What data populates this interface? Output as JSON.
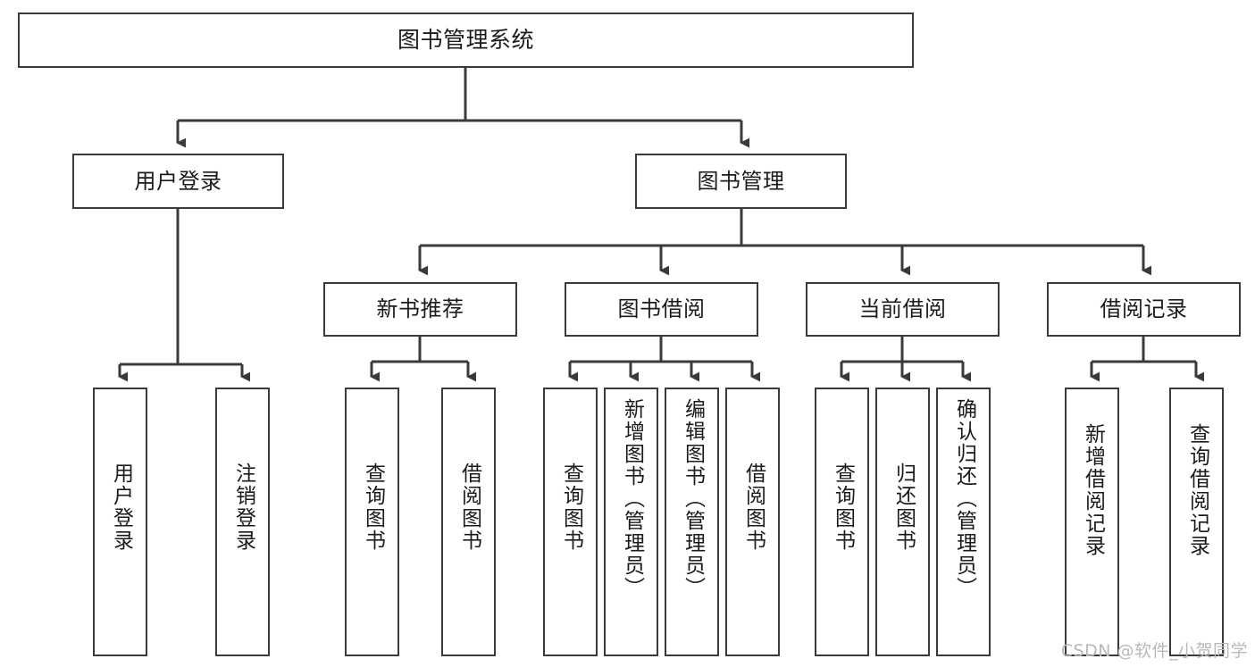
{
  "diagram": {
    "type": "tree",
    "title_node": "图书管理系统",
    "watermark": "CSDN @软件_小贺同学",
    "colors": {
      "box_border": "#3a3a3a",
      "box_fill": "#ffffff",
      "connector": "#3a3a3a",
      "text": "#1b1b1b",
      "watermark": "#b9b9b9",
      "background": "#ffffff"
    },
    "nodes": {
      "root": {
        "label": "图书管理系统"
      },
      "level2": [
        {
          "id": "user-login",
          "label": "用户登录"
        },
        {
          "id": "book-manage",
          "label": "图书管理"
        }
      ],
      "level3": [
        {
          "id": "new-book-rec",
          "label": "新书推荐"
        },
        {
          "id": "book-borrow",
          "label": "图书借阅"
        },
        {
          "id": "current-borrow",
          "label": "当前借阅"
        },
        {
          "id": "borrow-record",
          "label": "借阅记录"
        }
      ],
      "leaves": {
        "user_login": [
          {
            "id": "leaf-user-login",
            "label": "用户登录"
          },
          {
            "id": "leaf-logout",
            "label": "注销登录"
          }
        ],
        "new_book_rec": [
          {
            "id": "leaf-query-book-1",
            "label": "查询图书"
          },
          {
            "id": "leaf-borrow-book-1",
            "label": "借阅图书"
          }
        ],
        "book_borrow": [
          {
            "id": "leaf-query-book-2",
            "label": "查询图书"
          },
          {
            "id": "leaf-add-book",
            "label": "新增图书（管理员）"
          },
          {
            "id": "leaf-edit-book",
            "label": "编辑图书（管理员）"
          },
          {
            "id": "leaf-borrow-book-2",
            "label": "借阅图书"
          }
        ],
        "current_borrow": [
          {
            "id": "leaf-query-book-3",
            "label": "查询图书"
          },
          {
            "id": "leaf-return-book",
            "label": "归还图书"
          },
          {
            "id": "leaf-confirm-return",
            "label": "确认归还（管理员）"
          }
        ],
        "borrow_record": [
          {
            "id": "leaf-add-record",
            "label": "新增借阅记录"
          },
          {
            "id": "leaf-query-record",
            "label": "查询借阅记录"
          }
        ]
      }
    }
  }
}
